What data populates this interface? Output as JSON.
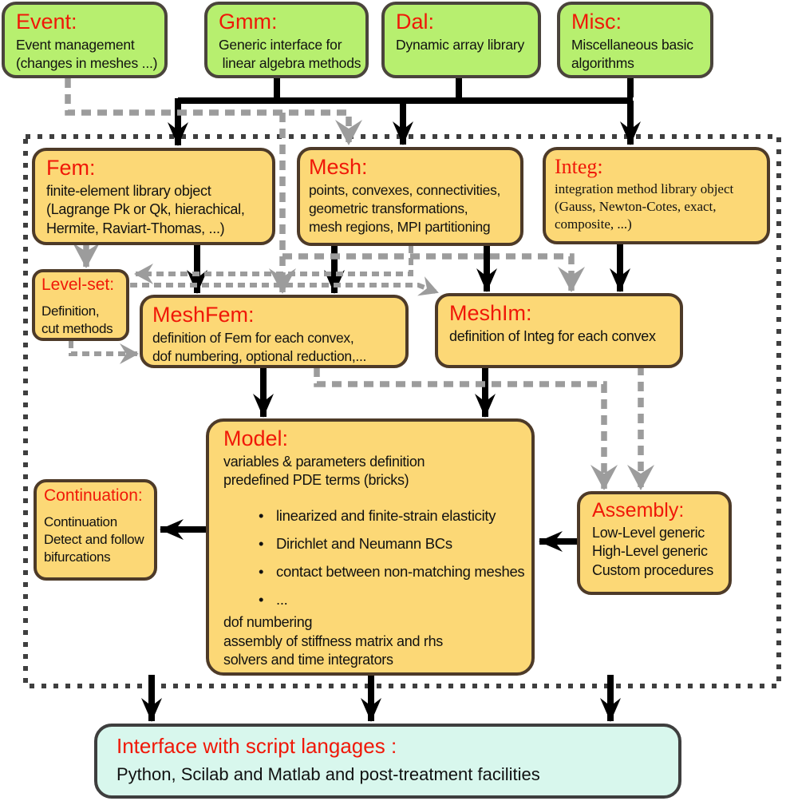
{
  "boxes": {
    "event": {
      "title": "Event:",
      "lines": [
        "Event management",
        "(changes in meshes ...)"
      ]
    },
    "gmm": {
      "title": "Gmm:",
      "lines": [
        "Generic interface for",
        " linear algebra methods"
      ]
    },
    "dal": {
      "title": "Dal:",
      "lines": [
        "Dynamic array library"
      ]
    },
    "misc": {
      "title": "Misc:",
      "lines": [
        "Miscellaneous basic",
        "algorithms"
      ]
    },
    "fem": {
      "title": "Fem:",
      "lines": [
        "finite-element library object",
        "(Lagrange Pk or Qk, hierachical,",
        "Hermite, Raviart-Thomas, ...)"
      ]
    },
    "mesh": {
      "title": "Mesh:",
      "lines": [
        "points, convexes, connectivities,",
        "geometric transformations,",
        "mesh regions, MPI partitioning"
      ]
    },
    "integ": {
      "title": "Integ:",
      "lines": [
        "integration method library object",
        "(Gauss, Newton-Cotes, exact,",
        "composite, ...)"
      ]
    },
    "levelset": {
      "title": "Level-set:",
      "lines": [
        "Definition,",
        "cut methods"
      ]
    },
    "meshfem": {
      "title": "MeshFem:",
      "lines": [
        "definition of Fem for each convex,",
        "dof numbering, optional reduction,..."
      ]
    },
    "meshim": {
      "title": "MeshIm:",
      "lines": [
        "definition of Integ for each convex"
      ]
    },
    "model": {
      "title": "Model:",
      "intro": [
        "variables & parameters definition",
        "predefined PDE terms (bricks)"
      ],
      "bullet": "•",
      "bullets": [
        "linearized and finite-strain elasticity",
        "Dirichlet and Neumann BCs",
        "contact between non-matching meshes",
        "..."
      ],
      "outro": [
        "dof numbering",
        "assembly of stiffness matrix and rhs",
        "solvers and time integrators"
      ]
    },
    "continuation": {
      "title": "Continuation:",
      "lines": [
        "Continuation",
        "Detect and follow",
        "bifurcations"
      ]
    },
    "assembly": {
      "title": "Assembly:",
      "lines": [
        "Low-Level generic",
        "High-Level generic",
        "Custom procedures"
      ]
    },
    "interface": {
      "title": "Interface with script langages :",
      "lines": [
        "Python, Scilab and Matlab and post-treatment facilities"
      ]
    }
  },
  "colors": {
    "green": "#b7ef6f",
    "yellow": "#fcd876",
    "cyan": "#d8f7ed",
    "title_red": "#f01808",
    "border_green_box": "#4a443c",
    "border_yellow_box": "#4d3a28",
    "border_cyan_box": "#3e3e3e",
    "arrow_black": "#000000",
    "arrow_gray": "#9c9c9c",
    "dotted": "#3f3f3f",
    "text": "#111111"
  }
}
